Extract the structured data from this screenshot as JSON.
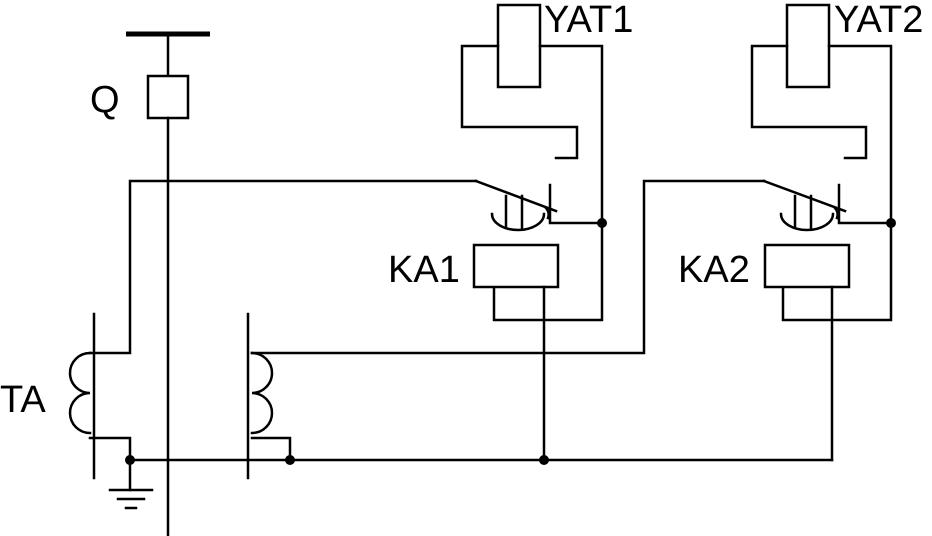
{
  "labels": {
    "breaker": "Q",
    "current_transformer": "TA",
    "relay_1": "KA1",
    "relay_2": "KA2",
    "trip_coil_1": "YAT1",
    "trip_coil_2": "YAT2"
  }
}
